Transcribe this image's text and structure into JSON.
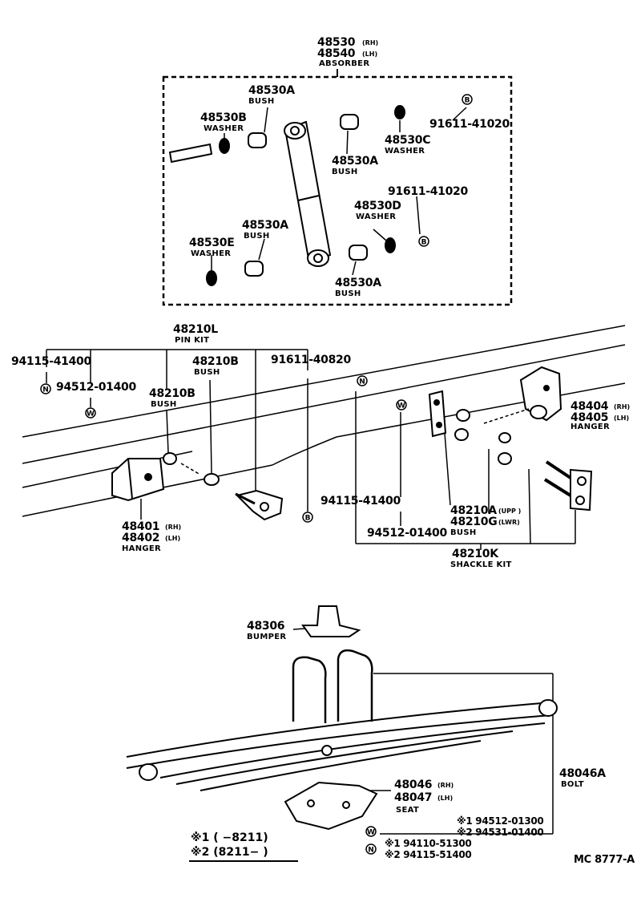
{
  "absorber": {
    "part_rh": "48530",
    "rh": "(RH)",
    "part_lh": "48540",
    "lh": "(LH)",
    "name": "ABSORBER",
    "bush_a_top": {
      "part": "48530A",
      "name": "BUSH"
    },
    "washer_b": {
      "part": "48530B",
      "name": "WASHER"
    },
    "bush_a_mid": {
      "part": "48530A",
      "name": "BUSH"
    },
    "washer_c": {
      "part": "48530C",
      "name": "WASHER"
    },
    "nut_top": "91611-41020",
    "nut_mid": "91611-41020",
    "washer_d": {
      "part": "48530D",
      "name": "WASHER"
    },
    "bush_a_low": {
      "part": "48530A",
      "name": "BUSH"
    },
    "washer_e": {
      "part": "48530E",
      "name": "WASHER"
    },
    "bush_a_bot": {
      "part": "48530A",
      "name": "BUSH"
    }
  },
  "pin_kit": {
    "part": "48210L",
    "name": "PIN KIT",
    "nut": "94115-41400",
    "washer": "94512-01400",
    "bush_b_left": {
      "part": "48210B",
      "name": "BUSH"
    },
    "bush_b_right": {
      "part": "48210B",
      "name": "BUSH"
    },
    "bolt": "91611-40820"
  },
  "front_hanger": {
    "part_rh": "48401",
    "rh": "(RH)",
    "part_lh": "48402",
    "lh": "(LH)",
    "name": "HANGER"
  },
  "rear_hanger": {
    "part_rh": "48404",
    "rh": "(RH)",
    "part_lh": "48405",
    "lh": "(LH)",
    "name": "HANGER"
  },
  "shackle_kit": {
    "nut": "94115-41400",
    "washer": "94512-01400",
    "bush_upp": "48210A",
    "upp": "(UPP )",
    "bush_lwr": "48210G",
    "lwr": "(LWR)",
    "bush_name": "BUSH",
    "part": "48210K",
    "name": "SHACKLE KIT"
  },
  "bumper": {
    "part": "48306",
    "name": "BUMPER"
  },
  "seat": {
    "part_rh": "48046",
    "rh": "(RH)",
    "part_lh": "48047",
    "lh": "(LH)",
    "name": "SEAT"
  },
  "bolt": {
    "part": "48046A",
    "name": "BOLT"
  },
  "washers": {
    "w1": "※1 94512-01300",
    "w2": "※2 94531-01400"
  },
  "nuts": {
    "n1": "※1 94110-51300",
    "n2": "※2 94115-51400"
  },
  "legend": {
    "l1": "※1 (        −8211)",
    "l2": "※2 (8211−        )"
  },
  "code": "MC  8777-A",
  "icons": {
    "n": "N",
    "w": "W",
    "b": "B"
  }
}
